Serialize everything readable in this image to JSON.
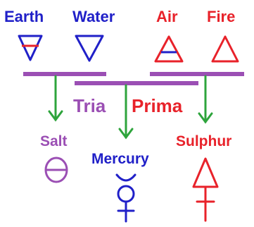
{
  "elements": {
    "earth": "Earth",
    "water": "Water",
    "air": "Air",
    "fire": "Fire"
  },
  "tria_prima": {
    "tria": "Tria",
    "prima": "Prima"
  },
  "principles": {
    "salt": "Salt",
    "mercury": "Mercury",
    "sulphur": "Sulphur"
  },
  "colors": {
    "blue": "#2020c8",
    "red": "#e8222a",
    "purple": "#9b4fb4",
    "green": "#2ea43c"
  },
  "symbols": {
    "earth": "earth-triangle-down-with-bar",
    "water": "water-triangle-down",
    "air": "air-triangle-up-with-bar",
    "fire": "fire-triangle-up",
    "salt": "salt-circle-with-bar",
    "mercury": "mercury-symbol",
    "sulphur": "sulphur-symbol"
  }
}
